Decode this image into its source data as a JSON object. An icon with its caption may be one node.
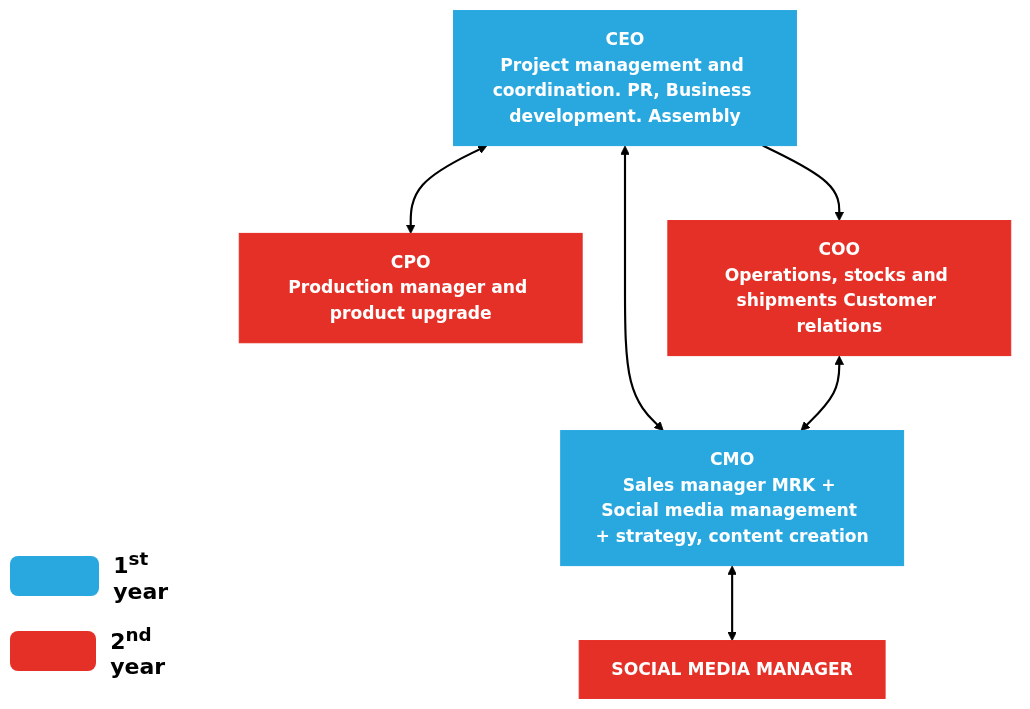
{
  "diagram": {
    "nodes": [
      {
        "text": [
          "CEO",
          "Project management and coordination. PR, Business development. Assembly"
        ]
      },
      {
        "text": [
          "CPO",
          "Production manager and product upgrade"
        ]
      },
      {
        "text": [
          "COO",
          "Operations, stocks and shipments Customer relations"
        ]
      },
      {
        "text": [
          "CMO",
          "Sales manager MRK + Social media management + strategy, content creation"
        ]
      },
      {
        "text": [
          "SOCIAL MEDIA MANAGER"
        ]
      }
    ],
    "edges": [
      {
        "from": 0,
        "to": 1,
        "arrow": "both"
      },
      {
        "from": 0,
        "to": 3,
        "arrow": "both"
      },
      {
        "from": 0,
        "to": 2,
        "arrow": "to"
      },
      {
        "from": 2,
        "to": 3,
        "arrow": "both"
      },
      {
        "from": 3,
        "to": 4,
        "arrow": "both"
      }
    ],
    "legend": [
      {
        "text": "1$^{st}$ year",
        "color": "#29a8e0"
      },
      {
        "text": "2$^{nd}$ year",
        "color": "#e53027"
      }
    ]
  }
}
